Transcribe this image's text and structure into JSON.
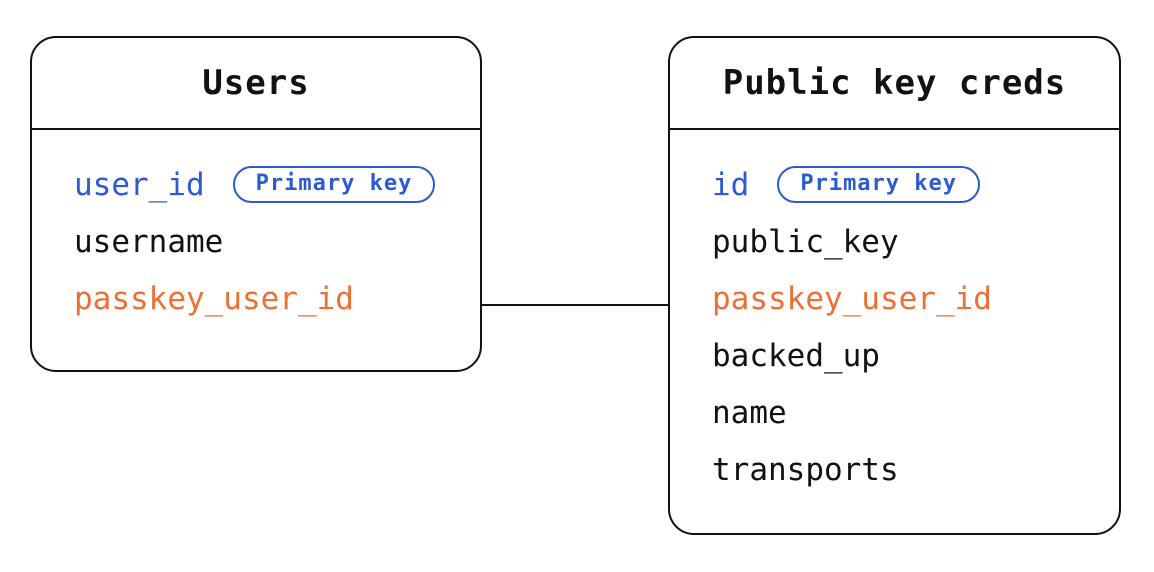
{
  "diagram_type": "entity-relationship",
  "users_table": {
    "title": "Users",
    "fields": [
      {
        "name": "user_id",
        "role": "primary",
        "badge": "Primary key"
      },
      {
        "name": "username",
        "role": "plain"
      },
      {
        "name": "passkey_user_id",
        "role": "foreign"
      }
    ]
  },
  "creds_table": {
    "title": "Public key creds",
    "fields": [
      {
        "name": "id",
        "role": "primary",
        "badge": "Primary key"
      },
      {
        "name": "public_key",
        "role": "plain"
      },
      {
        "name": "passkey_user_id",
        "role": "foreign"
      },
      {
        "name": "backed_up",
        "role": "plain"
      },
      {
        "name": "name",
        "role": "plain"
      },
      {
        "name": "transports",
        "role": "plain"
      }
    ]
  },
  "relationship": {
    "from": "Users.passkey_user_id",
    "to": "Public key creds.passkey_user_id"
  },
  "colors": {
    "primary_key_blue": "#2d5ad0",
    "foreign_key_orange": "#ed6f33",
    "line_black": "#121212",
    "background": "#ffffff"
  }
}
